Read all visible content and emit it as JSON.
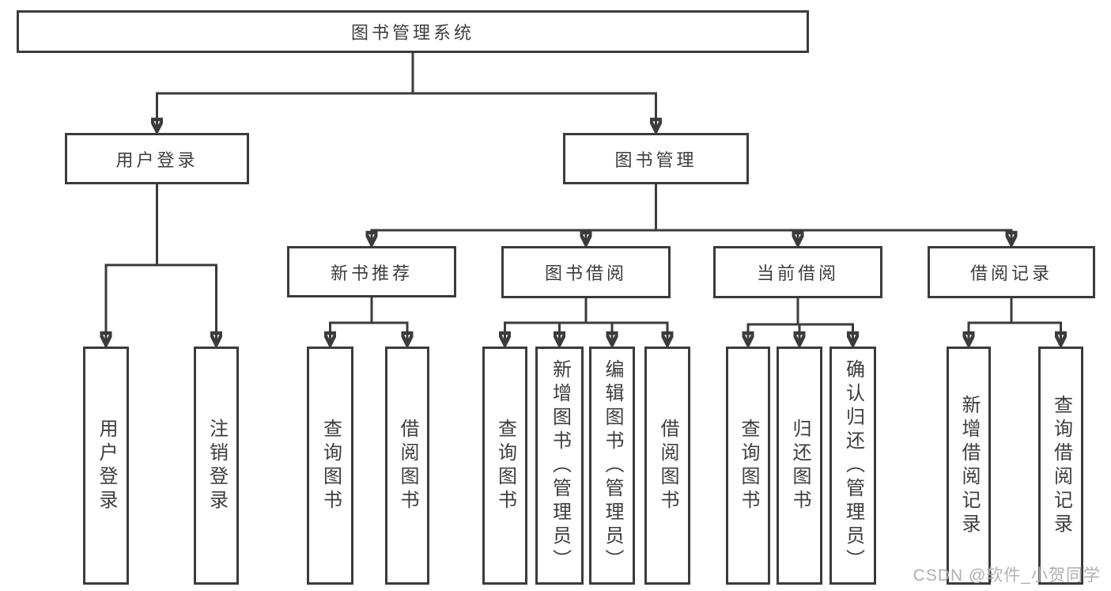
{
  "diagram": {
    "root": {
      "label": "图书管理系统"
    },
    "user_login": {
      "label": "用户登录",
      "children": [
        {
          "label": "用户登录"
        },
        {
          "label": "注销登录"
        }
      ]
    },
    "book_mgmt": {
      "label": "图书管理",
      "sections": [
        {
          "label": "新书推荐",
          "children": [
            {
              "label": "查询图书"
            },
            {
              "label": "借阅图书"
            }
          ]
        },
        {
          "label": "图书借阅",
          "children": [
            {
              "label": "查询图书"
            },
            {
              "label": "新增图书（管理员）"
            },
            {
              "label": "编辑图书（管理员）"
            },
            {
              "label": "借阅图书"
            }
          ]
        },
        {
          "label": "当前借阅",
          "children": [
            {
              "label": "查询图书"
            },
            {
              "label": "归还图书"
            },
            {
              "label": "确认归还（管理员）"
            }
          ]
        },
        {
          "label": "借阅记录",
          "children": [
            {
              "label": "新增借阅记录"
            },
            {
              "label": "查询借阅记录"
            }
          ]
        }
      ]
    }
  },
  "watermark": {
    "text": "CSDN @软件_小贺同学"
  },
  "colors": {
    "line": "#3b3b3b",
    "box_border": "#3b3b3b",
    "text": "#3d3d3d",
    "watermark": "#b2afac",
    "background": "#ffffff"
  }
}
